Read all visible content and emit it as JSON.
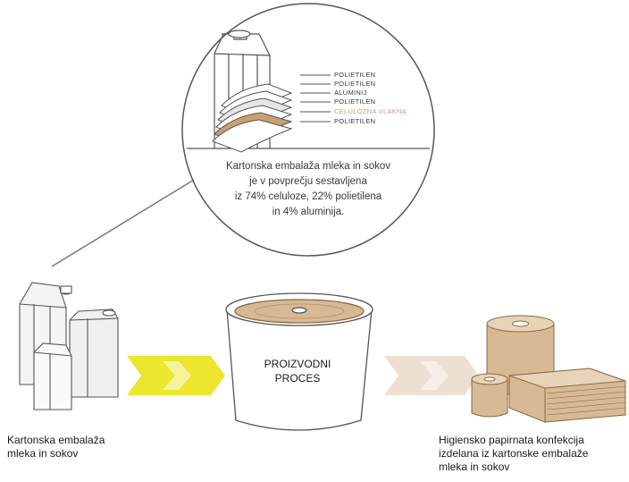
{
  "composition_text": "Kartonska embalaža mleka in sokov\nje v povprečju sestavljena\niz 74% celuloze, 22% polietilena\nin 4% aluminija.",
  "layers": [
    {
      "label": "POLIETILEN",
      "color": "#3a3a3a"
    },
    {
      "label": "POLIETILEN",
      "color": "#3a3a3a"
    },
    {
      "label": "ALUMINIJ",
      "color": "#3a3a3a"
    },
    {
      "label": "POLIETILEN",
      "color": "#3a3a3a"
    },
    {
      "label": "CELULOZNA VLAKNA",
      "color": "#c9a06e"
    },
    {
      "label": "POLIETILEN",
      "color": "#3a3a3a"
    }
  ],
  "process_label": "PROIZVODNI\nPROCES",
  "input_caption": "Kartonska embalaža\nmleka in sokov",
  "output_caption": "Higiensko papirnata konfekcija\nizdelana iz kartonske embalaže\nmleka in sokov",
  "colors": {
    "arrow_input": "#ece62e",
    "arrow_output": "#ede0d3",
    "kraft": "#d8b995",
    "outline": "#555555"
  }
}
